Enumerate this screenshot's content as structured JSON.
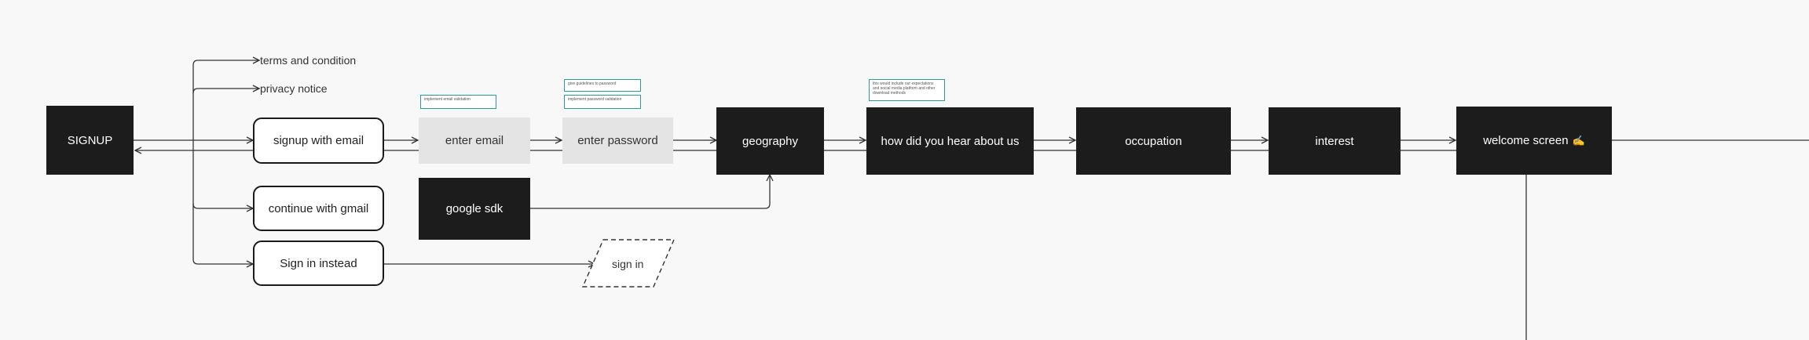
{
  "nodes": {
    "signup": "SIGNUP",
    "terms": "terms and condition",
    "privacy": "privacy notice",
    "signup_email": "signup with email",
    "enter_email": "enter email",
    "enter_password": "enter password",
    "geography": "geography",
    "hear_about": "how did you hear about us",
    "occupation": "occupation",
    "interest": "interest",
    "welcome": "welcome screen",
    "welcome_emoji": "✍",
    "continue_gmail": "continue with gmail",
    "google_sdk": "google sdk",
    "sign_in_instead": "Sign in instead",
    "sign_in": "sign in"
  },
  "notes": {
    "email_validation": "implement email validation",
    "password_guidelines": "give guidelines to password",
    "password_validation": "implement password validation",
    "hear_about_options": "this would include our expectations and social media platform and other download methods"
  },
  "colors": {
    "dark_box": "#1c1c1c",
    "light_box": "#e4e4e4",
    "note_border": "#2a9d8f",
    "line": "#333333"
  }
}
